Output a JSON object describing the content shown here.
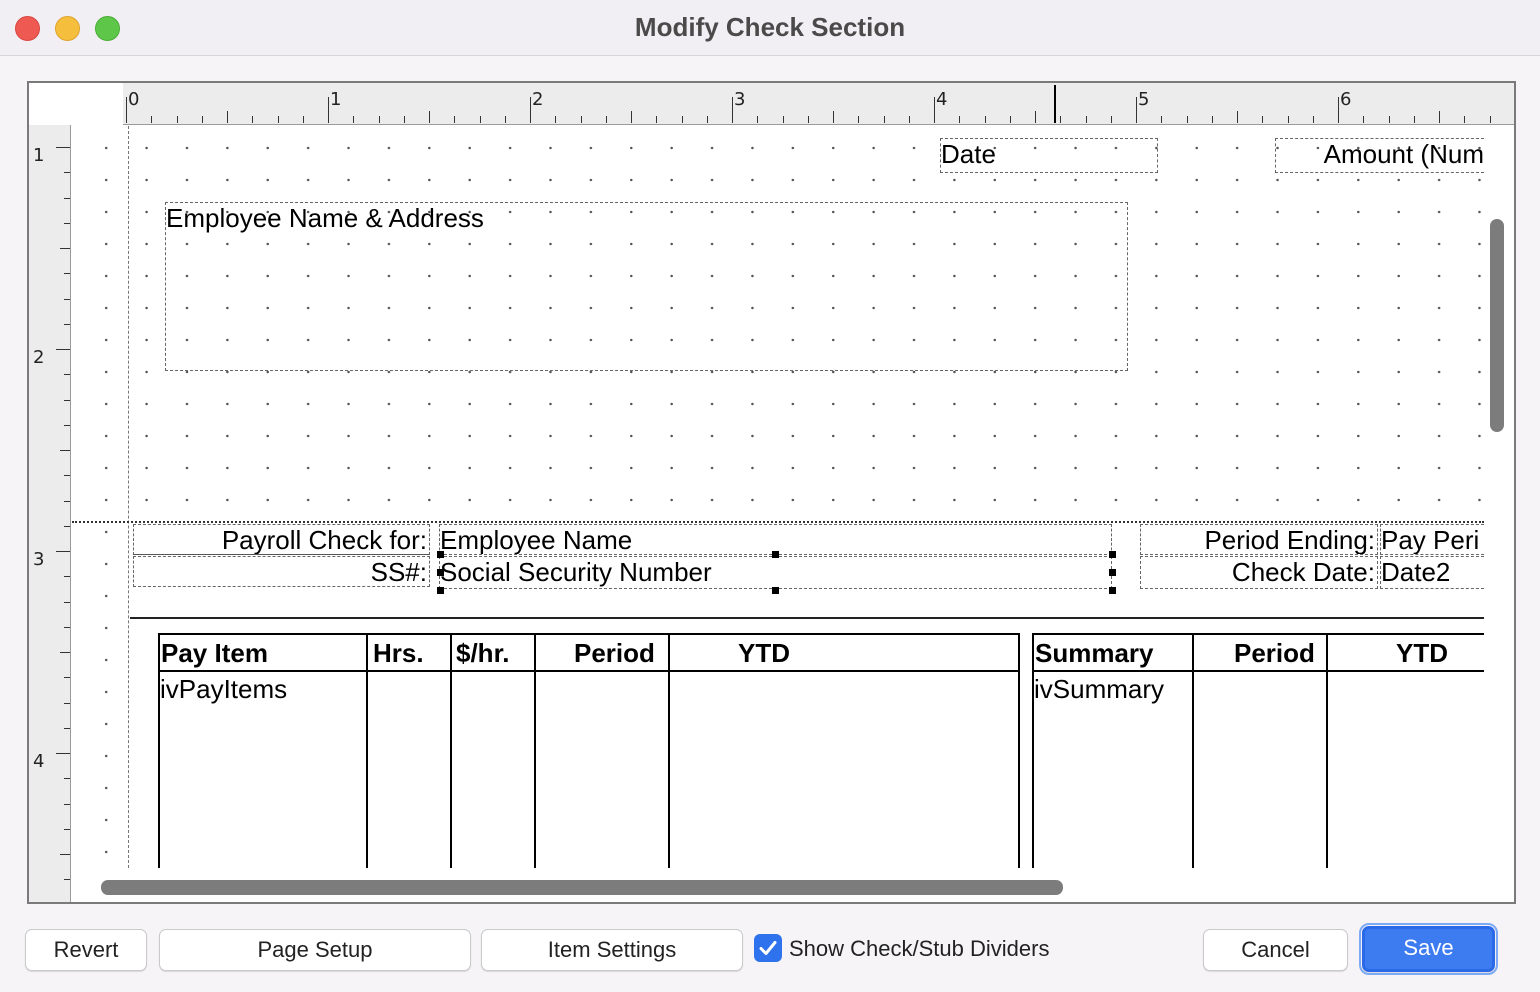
{
  "window": {
    "title": "Modify Check Section"
  },
  "ruler": {
    "horizontal": [
      "0",
      "1",
      "2",
      "3",
      "4",
      "5",
      "6"
    ],
    "vertical": [
      "1",
      "2",
      "3",
      "4"
    ]
  },
  "check": {
    "date_field": "Date",
    "amount_field": "Amount (Num",
    "address_field": "Employee Name & Address"
  },
  "stub_header": {
    "payroll_label": "Payroll Check for:",
    "employee_name_field": "Employee Name",
    "ss_label": "SS#:",
    "ss_field": "Social Security Number",
    "period_ending_label": "Period Ending:",
    "period_ending_field": "Pay Peri",
    "check_date_label": "Check Date:",
    "check_date_field": "Date2"
  },
  "pay_table": {
    "headers": [
      "Pay Item",
      "Hrs.",
      "$/hr.",
      "Period",
      "YTD"
    ],
    "first_cell": "ivPayItems"
  },
  "summary_table": {
    "headers": [
      "Summary",
      "Period",
      "YTD"
    ],
    "first_cell": "ivSummary"
  },
  "buttons": {
    "revert": "Revert",
    "page_setup": "Page Setup",
    "item_settings": "Item Settings",
    "cancel": "Cancel",
    "save": "Save"
  },
  "show_dividers": {
    "label": "Show Check/Stub Dividers",
    "checked": true
  },
  "colors": {
    "accent": "#3d7cf0",
    "close": "#ee5a52",
    "minimize": "#f5be3c",
    "maximize": "#5ec649"
  }
}
